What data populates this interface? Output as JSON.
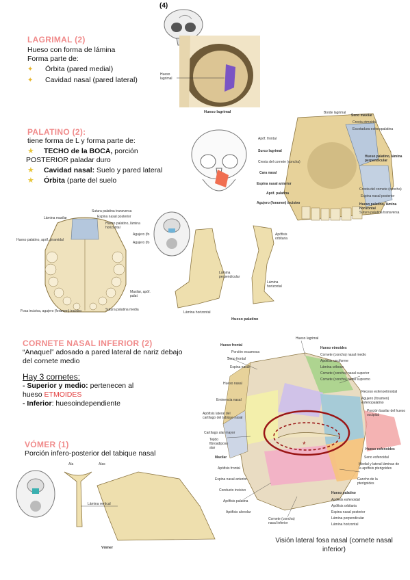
{
  "page_number": "(4)",
  "lagrimal": {
    "title": "LAGRIMAL (2)",
    "desc1": "Hueso con forma de lámina",
    "desc2": "Forma parte de:",
    "items": [
      "Órbita (pared medial)",
      "Cavidad nasal (pared lateral)"
    ],
    "figure_label_bone": "Hueso lagrimal",
    "figure_caption": "Hueso lagrimal"
  },
  "palatino": {
    "title": "PALATINO (2):",
    "intro": "tiene forma de L y forma parte de:",
    "item1_bold": "TECHO de la BOCA,",
    "item1_rest": " porción",
    "item1_line2": "POSTERIOR paladar duro",
    "item2_bold": "Cavidad nasal:",
    "item2_rest": " Suelo y pared lateral",
    "item3_bold": "Órbita",
    "item3_rest": " (parte del suelo",
    "right_labels": [
      "Borde lagrimal",
      "Seno maxilar",
      "Cresta etmoidal",
      "Escotadura esfenopalatina",
      "Apóf. frontal",
      "Surco lagrimal",
      "Hueso palatino, lámina perpendicular",
      "Cresta del cornete (concha)",
      "Cara nasal",
      "Espina nasal anterior",
      "Apóf. palatina",
      "Agujero (foramen) incisivo",
      "Cresta del cornete (concha)",
      "Espina nasal posterior",
      "Hueso palatino, lámina horizontal",
      "Sutura palatina transversa"
    ],
    "palate_labels": [
      "Lámina maxilar",
      "Sutura palatina transversa",
      "Espina nasal posterior",
      "Hueso palatino, lámina horizontal",
      "Hueso palatino, apóf. piramidal",
      "Agujero (fo",
      "Agujero (fo",
      "Maxilar, apóf. palat",
      "Sutura palatina media",
      "Fosa incisiva, agujero (foramen) incisivo"
    ],
    "bone_labels": [
      "Apófisis orbitaria",
      "Lámina perpendicular",
      "Lámina horizontal",
      "Lámina horizontal"
    ],
    "figure_caption": "Hueso palatino"
  },
  "cornete": {
    "title": "CORNETE NASAL INFERIOR (2)",
    "desc1": "“Anaquel” adosado a pared lateral de nariz debajo",
    "desc2": "del cornete medio",
    "hay": "Hay 3 cornetes:",
    "line1_bold": "- Superior y medio:",
    "line1_rest": " pertenecen al",
    "line2_pre": "hueso ",
    "line2_red": "ETMOIDES",
    "line3_bold": "- Inferior",
    "line3_rest": ": huesoindependiente",
    "nasal_labels_left": [
      "Hueso frontal",
      "Porción escamosa",
      "Seno frontal",
      "Espina nasal",
      "Hueso nasal",
      "Eminencia nasal",
      "Apófisis lateral del cartílago del tabique nasal",
      "Cartílago alar mayor",
      "Tejido fibroadiposo alar",
      "Maxilar",
      "Apófisis frontal",
      "Espina nasal anterior",
      "Conducto incisivo",
      "Apófisis palatina",
      "Apófisis alveolar"
    ],
    "nasal_labels_top": [
      "Hueso lagrimal",
      "Hueso etmoides",
      "Cornete (concha) nasal medio",
      "Apófisis unciforme",
      "Lámina cribosa",
      "Cornete (concha) nasal superior",
      "Cornete (concha) nasal supremo"
    ],
    "nasal_labels_right": [
      "Receso esfenoetmoidal",
      "Agujero (foramen) esfenopalatino",
      "Porción basilar del hueso occipital",
      "Hueso esfenoides",
      "Seno esfenoidal",
      "Medial y lateral láminas de la apófisis pterigoides",
      "Gancho de la pterigoides",
      "Hueso palatino",
      "Apófisis esfenoidal",
      "Apófisis orbitaria",
      "Espina nasal posterior",
      "Lámina perpendicular",
      "Lámina horizontal"
    ],
    "nasal_label_bottom": "Cornete (concha) nasal inferior",
    "caption": "Visión lateral fosa nasal (cornete nasal inferior)"
  },
  "vomer": {
    "title": "VÓMER (1)",
    "desc": "Porción infero-posterior del tabique nasal",
    "labels": [
      "Ala",
      "Alas",
      "Lámina vertical"
    ],
    "caption": "Vómer"
  }
}
